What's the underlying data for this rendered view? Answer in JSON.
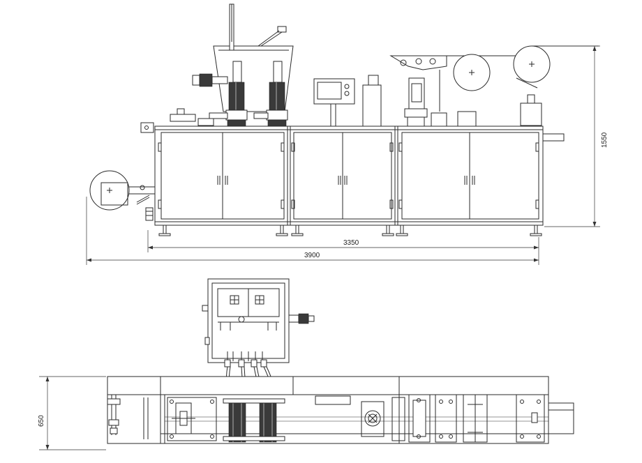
{
  "dimensions": {
    "inner_width": "3350",
    "overall_width": "3900",
    "height": "1550",
    "depth": "650"
  }
}
